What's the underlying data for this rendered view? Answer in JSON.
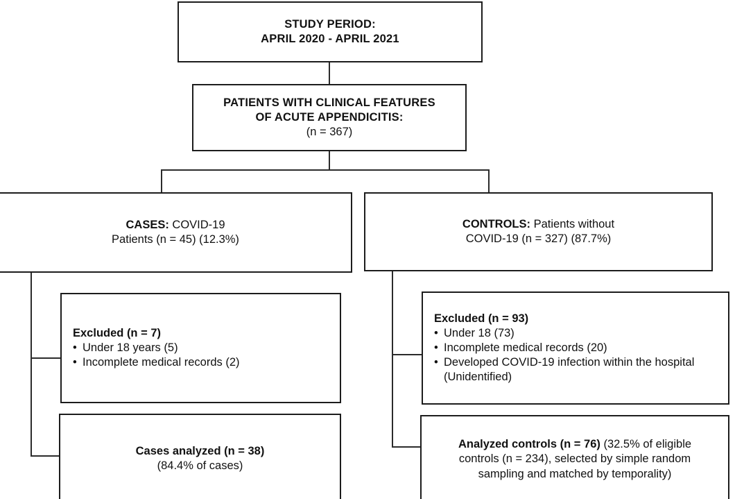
{
  "diagram": {
    "title": "Study flow diagram",
    "colors": {
      "box_border": "#1c1c1c",
      "connector": "#2b2b2b",
      "background": "#ffffff",
      "text": "#111111"
    },
    "nodes": {
      "study_period": {
        "line1": "STUDY PERIOD:",
        "line2": "APRIL 2020 - APRIL 2021"
      },
      "eligible": {
        "line1": "PATIENTS WITH CLINICAL FEATURES",
        "line2": "OF ACUTE APPENDICITIS:",
        "line3": "(n = 367)"
      },
      "cases": {
        "label": "CASES:",
        "line1_rest": " COVID-19",
        "line2": "Patients (n = 45) (12.3%)"
      },
      "controls": {
        "label": "CONTROLS:",
        "line1_rest": " Patients without",
        "line2": "COVID-19 (n = 327) (87.7%)"
      },
      "cases_excluded": {
        "heading": "Excluded (n = 7)",
        "bullets": [
          "Under 18 years (5)",
          "Incomplete medical records (2)"
        ]
      },
      "controls_excluded": {
        "heading": "Excluded (n = 93)",
        "bullets": [
          "Under 18 (73)",
          "Incomplete medical records (20)",
          "Developed COVID-19 infection within the hospital"
        ],
        "bullet3_continuation": "(Unidentified)"
      },
      "cases_analyzed": {
        "line1": "Cases analyzed (n = 38)",
        "line2": "(84.4% of cases)"
      },
      "controls_analyzed": {
        "bold_part": "Analyzed controls (n = 76)",
        "rest_line1": " (32.5% of eligible",
        "line2": "controls (n = 234), selected by simple random",
        "line3": "sampling and matched by temporality)"
      }
    }
  },
  "chart_data": {
    "type": "table",
    "title": "Study period: April 2020 - April 2021",
    "nodes": [
      {
        "id": "study_period",
        "label": "STUDY PERIOD: APRIL 2020 - APRIL 2021",
        "n": null
      },
      {
        "id": "eligible",
        "label": "PATIENTS WITH CLINICAL FEATURES OF ACUTE APPENDICITIS",
        "n": 367
      },
      {
        "id": "cases",
        "label": "CASES: COVID-19 Patients",
        "n": 45,
        "percent": 12.3
      },
      {
        "id": "controls",
        "label": "CONTROLS: Patients without COVID-19",
        "n": 327,
        "percent": 87.7
      },
      {
        "id": "cases_excluded",
        "label": "Excluded (cases)",
        "n": 7,
        "reasons": [
          {
            "label": "Under 18 years",
            "n": 5
          },
          {
            "label": "Incomplete medical records",
            "n": 2
          }
        ]
      },
      {
        "id": "controls_excluded",
        "label": "Excluded (controls)",
        "n": 93,
        "reasons": [
          {
            "label": "Under 18",
            "n": 73
          },
          {
            "label": "Incomplete medical records",
            "n": 20
          },
          {
            "label": "Developed COVID-19 infection within the hospital (Unidentified)",
            "n": null
          }
        ]
      },
      {
        "id": "cases_analyzed",
        "label": "Cases analyzed",
        "n": 38,
        "percent": 84.4,
        "percent_of": "cases"
      },
      {
        "id": "controls_analyzed",
        "label": "Analyzed controls",
        "n": 76,
        "percent": 32.5,
        "percent_of": "eligible controls (n = 234), selected by simple random sampling and matched by temporality"
      }
    ],
    "edges": [
      {
        "from": "study_period",
        "to": "eligible"
      },
      {
        "from": "eligible",
        "to": "cases"
      },
      {
        "from": "eligible",
        "to": "controls"
      },
      {
        "from": "cases",
        "to": "cases_excluded"
      },
      {
        "from": "cases",
        "to": "cases_analyzed"
      },
      {
        "from": "controls",
        "to": "controls_excluded"
      },
      {
        "from": "controls",
        "to": "controls_analyzed"
      }
    ]
  }
}
